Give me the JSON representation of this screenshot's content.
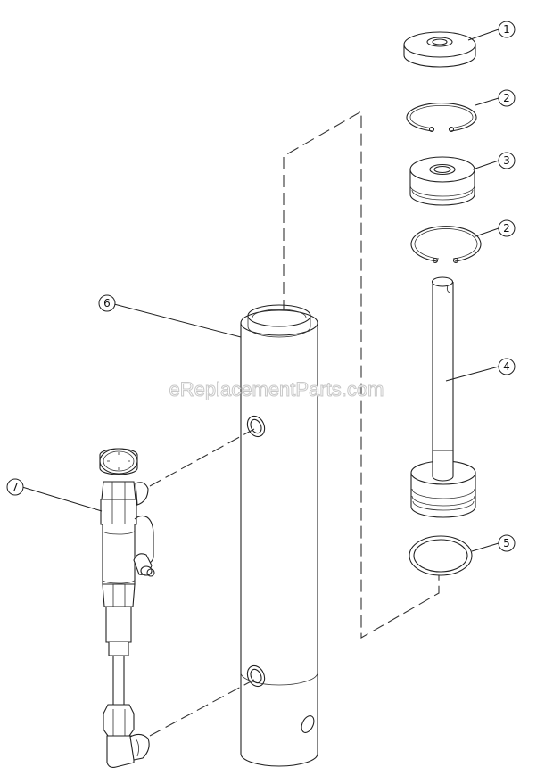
{
  "diagram": {
    "type": "exploded-parts-diagram",
    "watermark": "eReplacementParts.com",
    "callouts": [
      {
        "id": "1",
        "label": "1",
        "part": "cap"
      },
      {
        "id": "2a",
        "label": "2",
        "part": "retaining-ring-upper"
      },
      {
        "id": "3",
        "label": "3",
        "part": "gland"
      },
      {
        "id": "2b",
        "label": "2",
        "part": "retaining-ring-lower"
      },
      {
        "id": "4",
        "label": "4",
        "part": "piston-rod"
      },
      {
        "id": "5",
        "label": "5",
        "part": "o-ring"
      },
      {
        "id": "6",
        "label": "6",
        "part": "cylinder-tube"
      },
      {
        "id": "7",
        "label": "7",
        "part": "valve-gauge-assembly"
      }
    ]
  }
}
